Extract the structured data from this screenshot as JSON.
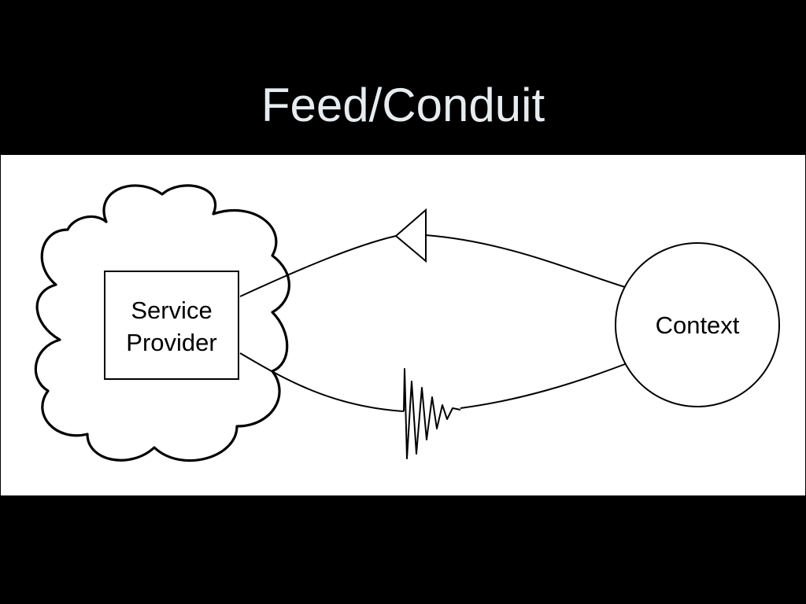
{
  "slide": {
    "title": "Feed/Conduit"
  },
  "diagram": {
    "nodes": {
      "service_provider": {
        "line1": "Service",
        "line2": "Provider"
      },
      "context": {
        "label": "Context"
      }
    },
    "colors": {
      "background": "#000000",
      "panel": "#ffffff",
      "title": "#e6ecf0",
      "stroke": "#000000"
    }
  }
}
